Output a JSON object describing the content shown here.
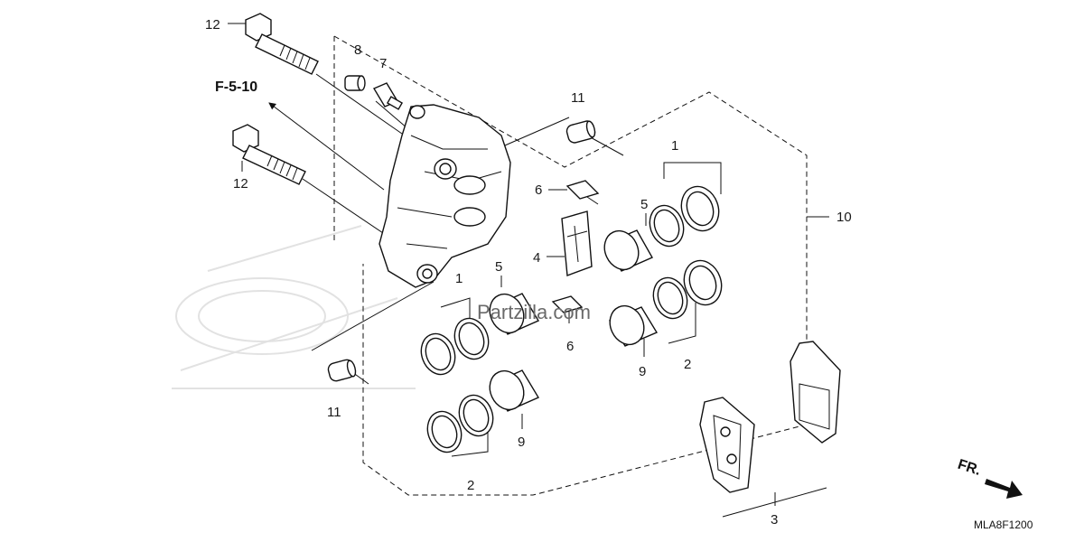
{
  "labels": {
    "seal_outer_right": "1",
    "seal_outer_left": "1",
    "seal_dust_right": "2",
    "seal_dust_left": "2",
    "pad_set": "3",
    "pad_spring": "4",
    "piston_upper_right": "5",
    "piston_upper_left": "5",
    "retainer_upper": "6",
    "retainer_lower": "6",
    "bleeder_screw": "7",
    "bleeder_cap": "8",
    "piston_lower_right": "9",
    "piston_lower_left": "9",
    "piston_seal_kit": "10",
    "boot_upper": "11",
    "boot_lower": "11",
    "bolt_upper": "12",
    "bolt_lower": "12"
  },
  "reference": "F-5-10",
  "front_indicator": "FR.",
  "diagram_code": "MLA8F1200",
  "watermark": "Partzilla.com"
}
